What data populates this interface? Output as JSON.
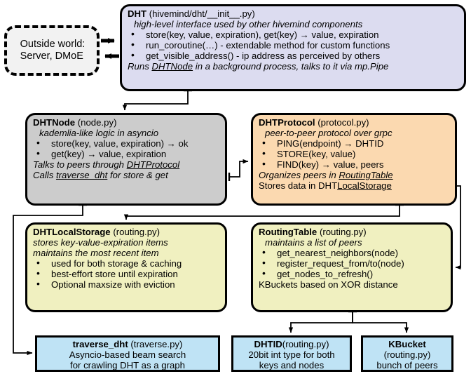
{
  "diagram": {
    "title": "hivemind DHT architecture diagram",
    "colors": {
      "outside_world_fill": "#f2f2f2",
      "dht_fill": "#dcdcf0",
      "dhtnode_fill": "#cccccc",
      "dhtprotocol_fill": "#fbd9b0",
      "storage_fill": "#f0f0c0",
      "leaf_fill": "#bfe3f5",
      "stroke": "#000000"
    }
  },
  "outside_world": {
    "line1": "Outside world:",
    "line2": "Server, DMoE"
  },
  "dht": {
    "title": "DHT",
    "file": "(hivemind/dht/__init__.py)",
    "subtitle": "high-level interface used by other hivemind components",
    "bullets": [
      "store(key, value, expiration), get(key) → value, expiration",
      "run_coroutine(…) - extendable method for custom functions",
      "get_visible_address() - ip address as perceived by others"
    ],
    "footer_pre": "Runs ",
    "footer_link": "DHTNode",
    "footer_post": " in a background process, talks to it via mp.Pipe"
  },
  "dhtnode": {
    "title": "DHTNode",
    "file": "(node.py)",
    "subtitle": "kademlia-like logic in asyncio",
    "bullets": [
      "store(key, value, expiration) → ok",
      "get(key) → value, expiration"
    ],
    "footer1_pre": "Talks to peers through ",
    "footer1_link": "DHTProtocol",
    "footer2_pre": "Calls ",
    "footer2_link": "traverse_dht",
    "footer2_post": " for store & get"
  },
  "dhtprotocol": {
    "title": "DHTProtocol",
    "file": "(protocol.py)",
    "subtitle": "peer-to-peer protocol over grpc",
    "bullets": [
      "PING(endpoint) → DHTID",
      "STORE(key, value)",
      "FIND(key) → value, peers"
    ],
    "footer1_pre": "Organizes peers in ",
    "footer1_link": "RoutingTable",
    "footer2_pre": "Stores data in DHT",
    "footer2_link": "LocalStorage"
  },
  "dhtlocalstorage": {
    "title": "DHTLocalStorage",
    "file": "(routing.py)",
    "subtitle1": "stores key-value-expiration items",
    "subtitle2": "maintains the most recent item",
    "bullets": [
      "used for both storage & caching",
      "best-effort store until expiration",
      "Optional maxsize with eviction"
    ]
  },
  "routingtable": {
    "title": "RoutingTable",
    "file": "(routing.py)",
    "subtitle": "maintains a list of peers",
    "bullets": [
      "get_nearest_neighbors(node)",
      "register_request_from/to(node)",
      "get_nodes_to_refresh()"
    ],
    "footer": "KBuckets based on XOR distance"
  },
  "traverse_dht": {
    "title": "traverse_dht",
    "file": "(traverse.py)",
    "line2": "Asyncio-based beam search",
    "line3": "for crawling DHT as a graph"
  },
  "dhtid": {
    "title": "DHTID",
    "file": "(routing.py)",
    "line2": "20bit int type for both",
    "line3": "keys and nodes"
  },
  "kbucket": {
    "title": "KBucket",
    "file": "(routing.py)",
    "line3": "bunch of peers"
  },
  "connectors": [
    {
      "name": "outside-world-to-dht",
      "direction": "right"
    },
    {
      "name": "dht-to-outside-world",
      "direction": "left"
    },
    {
      "name": "dht-to-dhtnode",
      "direction": "down"
    },
    {
      "name": "dhtnode-to-dhtprotocol",
      "direction": "right"
    },
    {
      "name": "dhtnode-to-traverse-dht",
      "direction": "down-left"
    },
    {
      "name": "dhtprotocol-to-dhtlocalstorage",
      "direction": "down-left"
    },
    {
      "name": "dhtprotocol-to-routingtable",
      "direction": "down-right"
    },
    {
      "name": "routingtable-to-dhtid",
      "direction": "down"
    },
    {
      "name": "routingtable-to-kbucket",
      "direction": "down"
    }
  ]
}
